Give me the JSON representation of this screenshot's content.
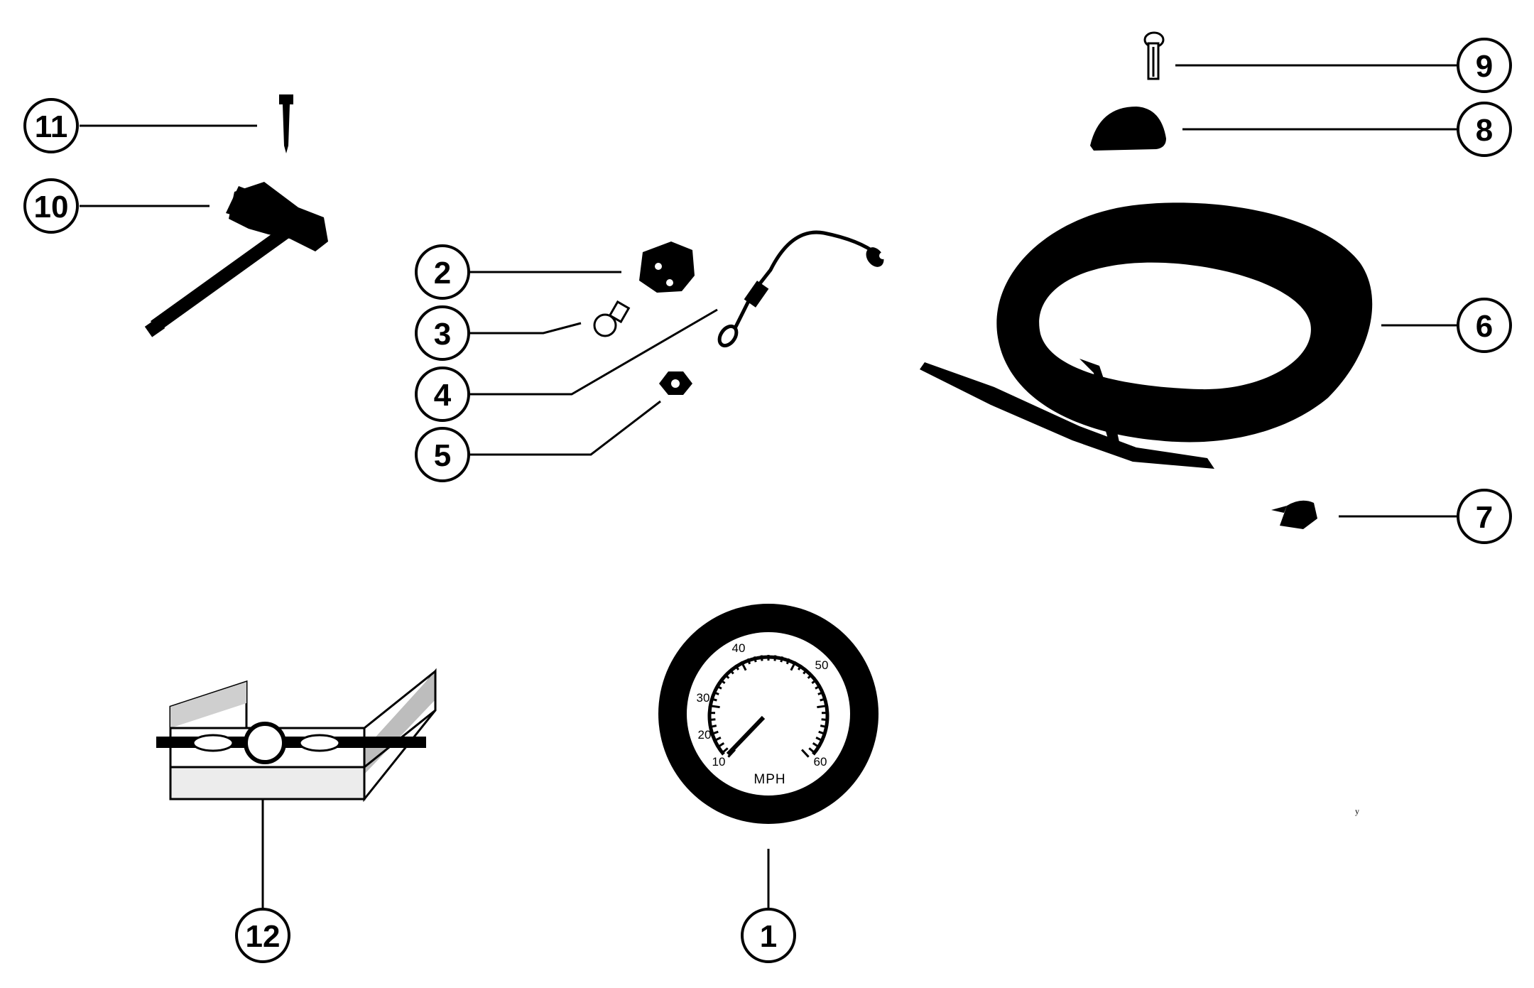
{
  "callouts": [
    {
      "id": "1",
      "label": "1"
    },
    {
      "id": "2",
      "label": "2"
    },
    {
      "id": "3",
      "label": "3"
    },
    {
      "id": "4",
      "label": "4"
    },
    {
      "id": "5",
      "label": "5"
    },
    {
      "id": "6",
      "label": "6"
    },
    {
      "id": "7",
      "label": "7"
    },
    {
      "id": "8",
      "label": "8"
    },
    {
      "id": "9",
      "label": "9"
    },
    {
      "id": "10",
      "label": "10"
    },
    {
      "id": "11",
      "label": "11"
    },
    {
      "id": "12",
      "label": "12"
    }
  ],
  "gauge": {
    "unit": "MPH",
    "scale_labels": [
      "10",
      "20",
      "30",
      "40",
      "50",
      "60"
    ]
  },
  "stray_mark": "y",
  "colors": {
    "ink": "#000000",
    "paper": "#ffffff",
    "bracket_shade": "#bdbdbd"
  }
}
